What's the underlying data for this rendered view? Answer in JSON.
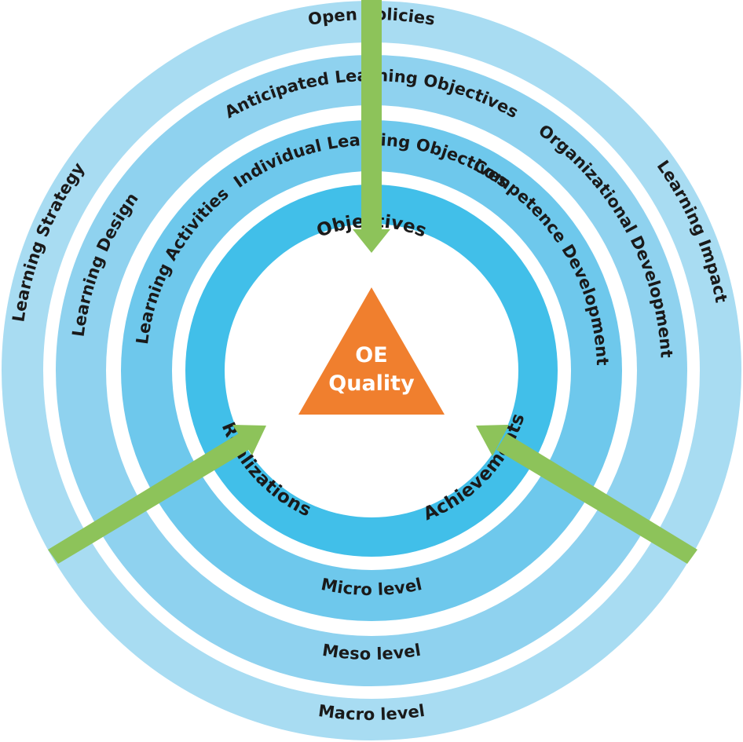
{
  "colors": {
    "macro_ring": "#a8dcf2",
    "meso_ring": "#8fd2ef",
    "micro_ring": "#6ec8ec",
    "core_ring": "#41bfe9",
    "gap": "#ffffff",
    "triangle": "#f07f2e",
    "arrow": "#8dc35a",
    "center_text": "#ffffff"
  },
  "center": {
    "line1": "OE",
    "line2": "Quality"
  },
  "core": {
    "objectives": "Objectives",
    "realizations": "Realizations",
    "achievements": "Achievements"
  },
  "rings": {
    "macro": {
      "level": "Macro level",
      "top": "Open Policies",
      "left": "Learning Strategy",
      "right": "Learning Impact"
    },
    "meso": {
      "level": "Meso level",
      "top": "Anticipated Learning Objectives",
      "left": "Learning Design",
      "right": "Organizational Development"
    },
    "micro": {
      "level": "Micro level",
      "top": "Individual Learning Objectives",
      "left": "Learning Activities",
      "right": "Competence Development"
    }
  }
}
